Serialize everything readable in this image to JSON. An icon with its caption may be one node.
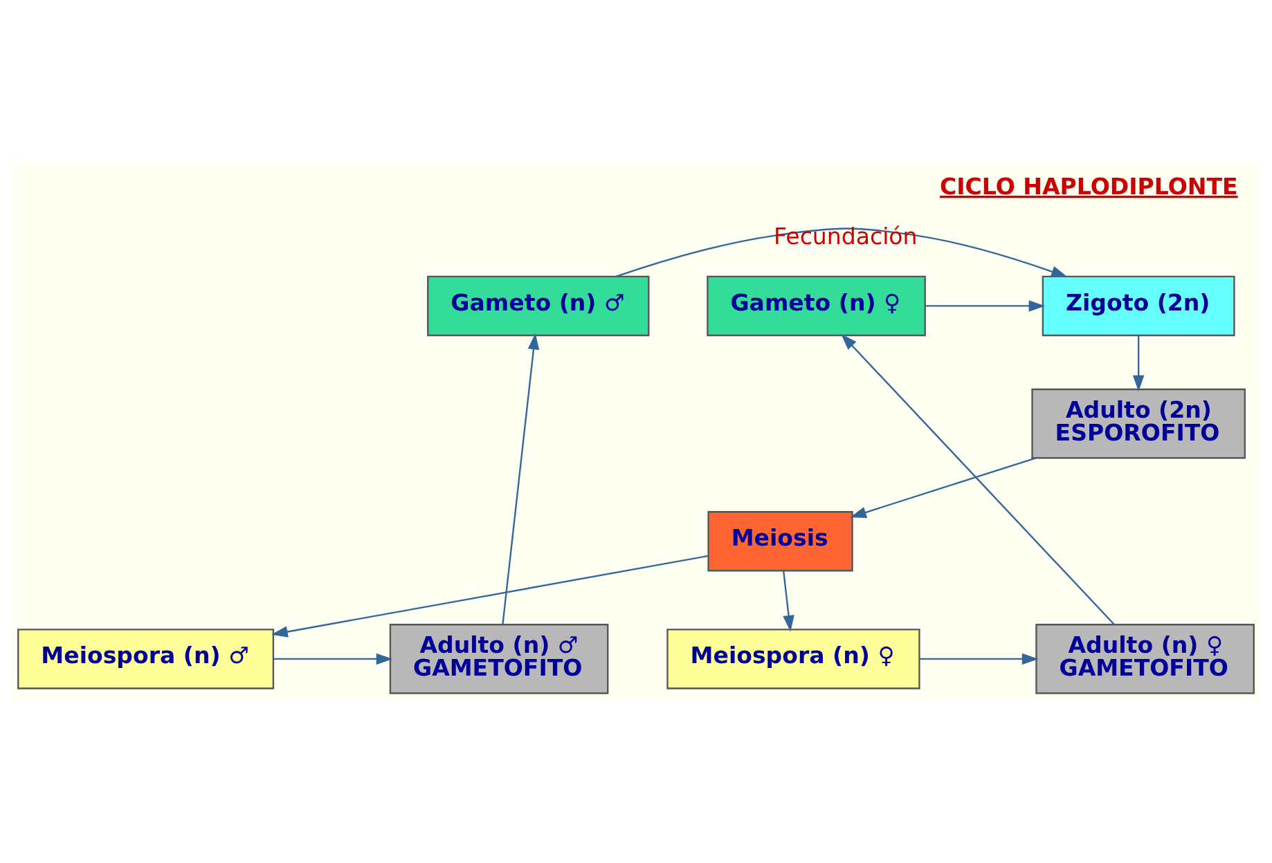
{
  "diagram": {
    "title": "CICLO HAPLODIPLONTE",
    "nodes": [
      {
        "text": [
          "Gameto (n) ♂"
        ]
      },
      {
        "text": [
          "Gameto (n) ♀"
        ]
      },
      {
        "text": [
          "Zigoto (2n)"
        ]
      },
      {
        "text": [
          "Adulto (2n)",
          "ESPOROFITO"
        ]
      },
      {
        "text": [
          "Meiosis"
        ]
      },
      {
        "text": [
          "Meiospora (n) ♀"
        ]
      },
      {
        "text": [
          "Meiospora (n) ♂"
        ]
      },
      {
        "text": [
          "Adulto (n) ♀",
          "GAMETOFITO"
        ]
      },
      {
        "text": [
          "Adulto (n) ♂",
          "GAMETOFITO"
        ]
      }
    ],
    "edges": [
      {
        "from": 0,
        "to": 2,
        "arrow": "to",
        "label": "Fecundación"
      },
      {
        "from": 1,
        "to": 2,
        "arrow": "to"
      },
      {
        "from": 2,
        "to": 3,
        "arrow": "to"
      },
      {
        "from": 3,
        "to": 4,
        "arrow": "to"
      },
      {
        "from": 4,
        "to": 5,
        "arrow": "to"
      },
      {
        "from": 4,
        "to": 6,
        "arrow": "to"
      },
      {
        "from": 5,
        "to": 7,
        "arrow": "to"
      },
      {
        "from": 6,
        "to": 8,
        "arrow": "to"
      },
      {
        "from": 7,
        "to": 1,
        "arrow": "to"
      },
      {
        "from": 8,
        "to": 0,
        "arrow": "to"
      }
    ]
  }
}
